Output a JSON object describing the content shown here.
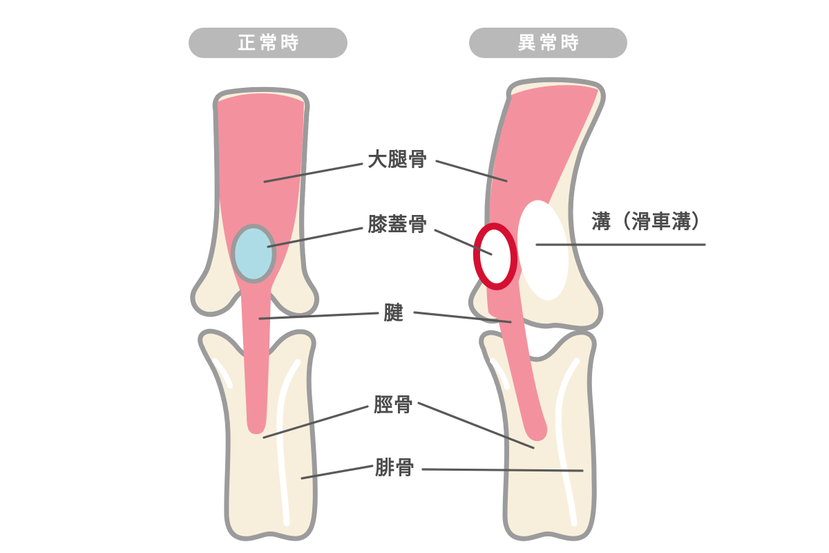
{
  "badges": [
    {
      "id": "normal",
      "label": "正常時"
    },
    {
      "id": "abnormal",
      "label": "異常時"
    }
  ],
  "labels": {
    "femur": "大腿骨",
    "patella": "膝蓋骨",
    "groove": "溝（滑車溝）",
    "tendon": "腱",
    "tibia": "脛骨",
    "fibula": "腓骨"
  },
  "colors": {
    "background": "#ffffff",
    "bone_fill": "#f7efdc",
    "bone_outline": "#9b9b9b",
    "muscle_pink": "#f4919e",
    "patella_blue": "#aedce6",
    "dislocation_ring_red": "#d50f31",
    "highlight_white": "#ffffff",
    "leader_line": "#595959",
    "label_text": "#4b4b4b",
    "badge_bg": "#b9b9b9",
    "badge_text": "#ffffff"
  }
}
